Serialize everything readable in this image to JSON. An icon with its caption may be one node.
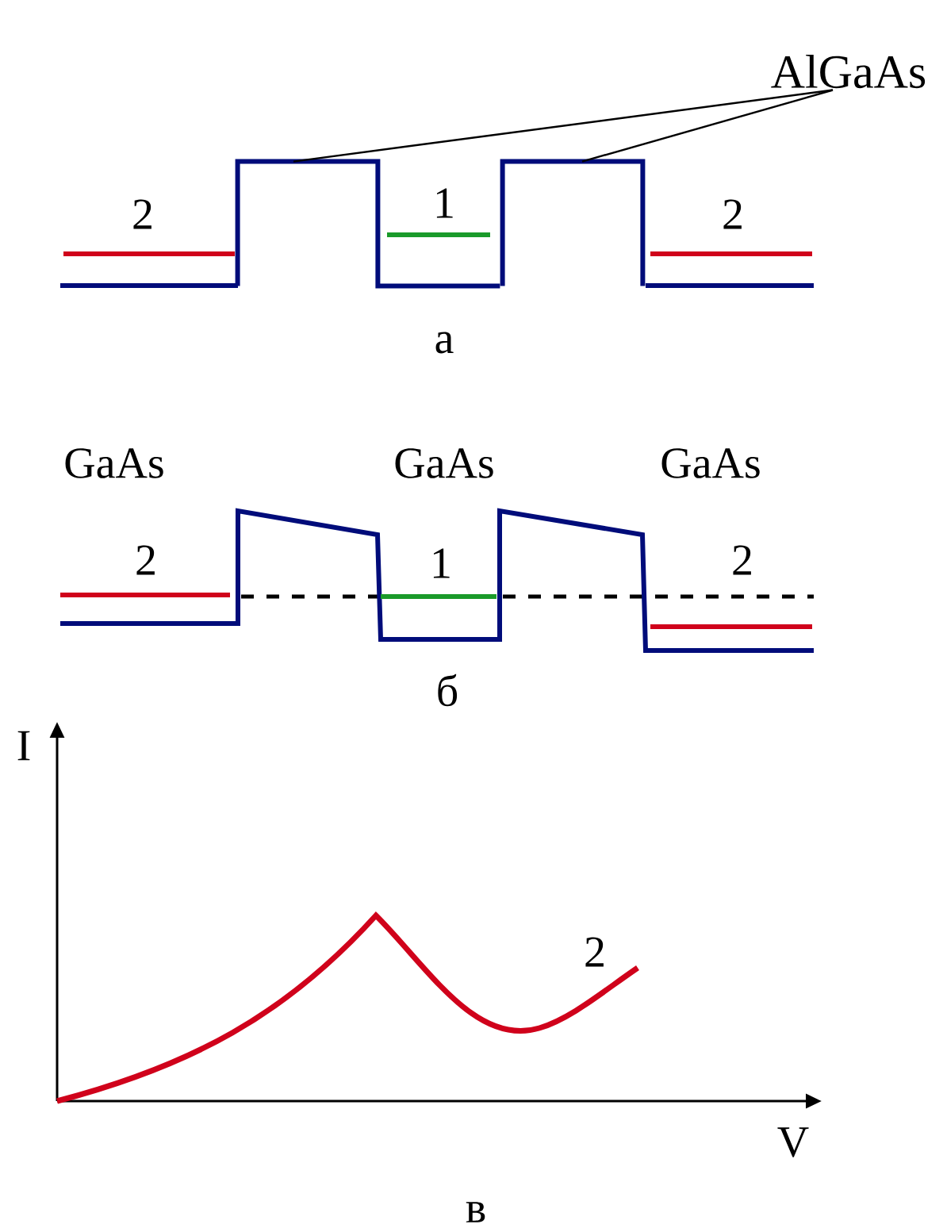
{
  "diagram": {
    "nodes": [
      {
        "text": [
          "AlGaAs"
        ]
      },
      {
        "text": [],
        "shape": "box"
      },
      {
        "text": [],
        "shape": "box"
      }
    ],
    "edges": [
      {
        "from": 0,
        "to": 1,
        "arrow": "none"
      },
      {
        "from": 0,
        "to": 2,
        "arrow": "none"
      }
    ],
    "labels": [
      "2",
      "1",
      "2",
      "а",
      "GaAs",
      "GaAs",
      "GaAs",
      "2",
      "1",
      "2",
      "б",
      "I",
      "V",
      "2",
      "в"
    ]
  }
}
